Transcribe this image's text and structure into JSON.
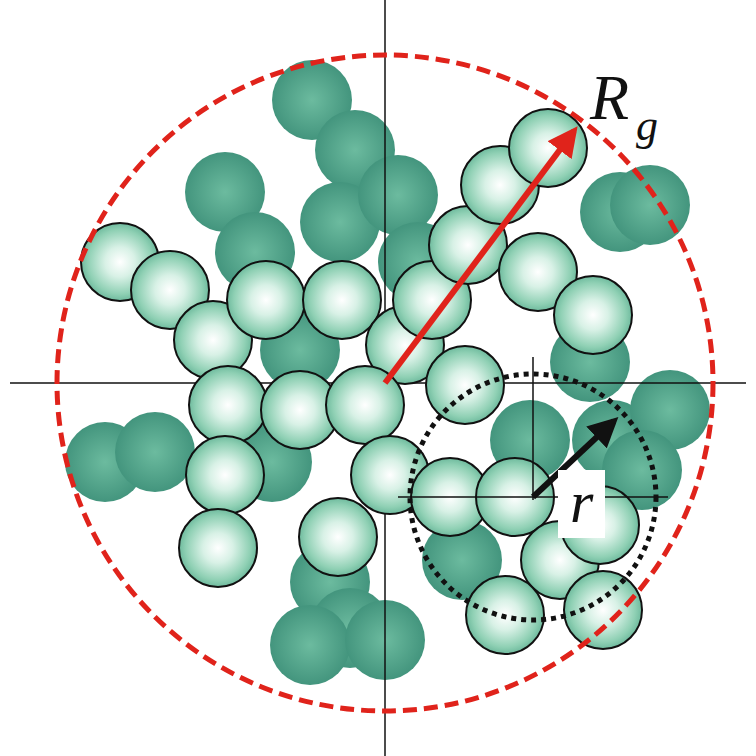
{
  "diagram": {
    "labels": [
      "R",
      "g",
      "r"
    ]
  }
}
